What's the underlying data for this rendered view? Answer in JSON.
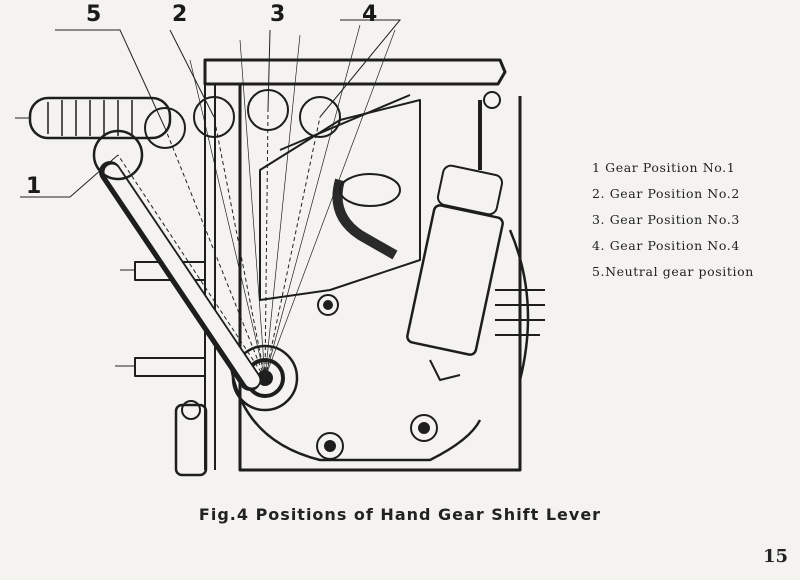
{
  "figure": {
    "callouts": [
      "1",
      "2",
      "3",
      "4",
      "5"
    ],
    "legend": [
      "1  Gear Position No.1",
      "2. Gear Position No.2",
      "3. Gear Position No.3",
      "4. Gear Position No.4",
      "5.Neutral gear position"
    ],
    "caption": "Fig.4  Positions of Hand Gear Shift Lever"
  },
  "page": {
    "number": "15"
  }
}
